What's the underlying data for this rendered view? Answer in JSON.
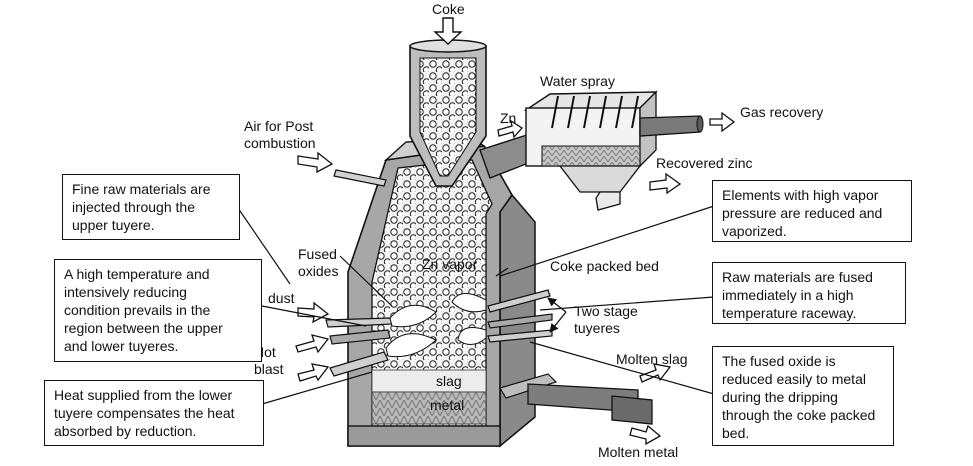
{
  "diagram": {
    "labels": {
      "coke": "Coke",
      "water_spray": "Water spray",
      "zn": "Zn",
      "gas_recovery": "Gas recovery",
      "air_post_combustion": "Air for Post\ncombustion",
      "recovered_zinc": "Recovered zinc",
      "fused_oxides": "Fused\noxides",
      "zn_vapor": "Zn vapor",
      "coke_packed_bed": "Coke packed bed",
      "dust": "dust",
      "two_stage_tuyeres": "Two stage\ntuyeres",
      "hot_blast": "Hot\nblast",
      "molten_slag": "Molten slag",
      "slag": "slag",
      "metal": "metal",
      "molten_metal": "Molten metal"
    },
    "callouts": {
      "fine_raw_materials": "Fine raw materials are\ninjected through the\nupper tuyere.",
      "high_temperature": "A high temperature and\nintensively reducing\ncondition prevails in the\nregion between the upper\nand lower tuyeres.",
      "heat_supplied": "Heat supplied from the lower\ntuyere compensates the heat\nabsorbed by reduction.",
      "elements_vapor": "Elements with high vapor\npressure are reduced and\nvaporized.",
      "raw_fused": "Raw materials are fused\nimmediately in a high\ntemperature raceway.",
      "fused_oxide_reduced": "The fused oxide is\nreduced easily to metal\nduring the dripping\nthrough the coke packed\nbed."
    }
  }
}
